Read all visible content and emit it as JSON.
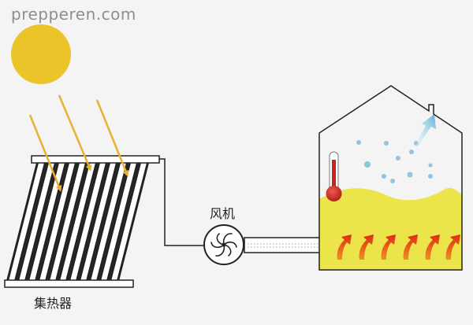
{
  "watermark": "prepperen.com",
  "labels": {
    "fan": "风机",
    "collector": "集热器"
  },
  "colors": {
    "sun": "#ebc42a",
    "sun_ray": "#e8b131",
    "heat_fill": "#ece44b",
    "thermometer": "#c8221d",
    "steam": "#8fc5de",
    "heat_arrow": "#e84a1a",
    "outline": "#222222"
  },
  "icons": {
    "sun": "sun-icon",
    "fan": "fan-icon",
    "thermometer": "thermometer-icon",
    "steam": "steam-icon",
    "heat": "heat-arrow-icon"
  }
}
